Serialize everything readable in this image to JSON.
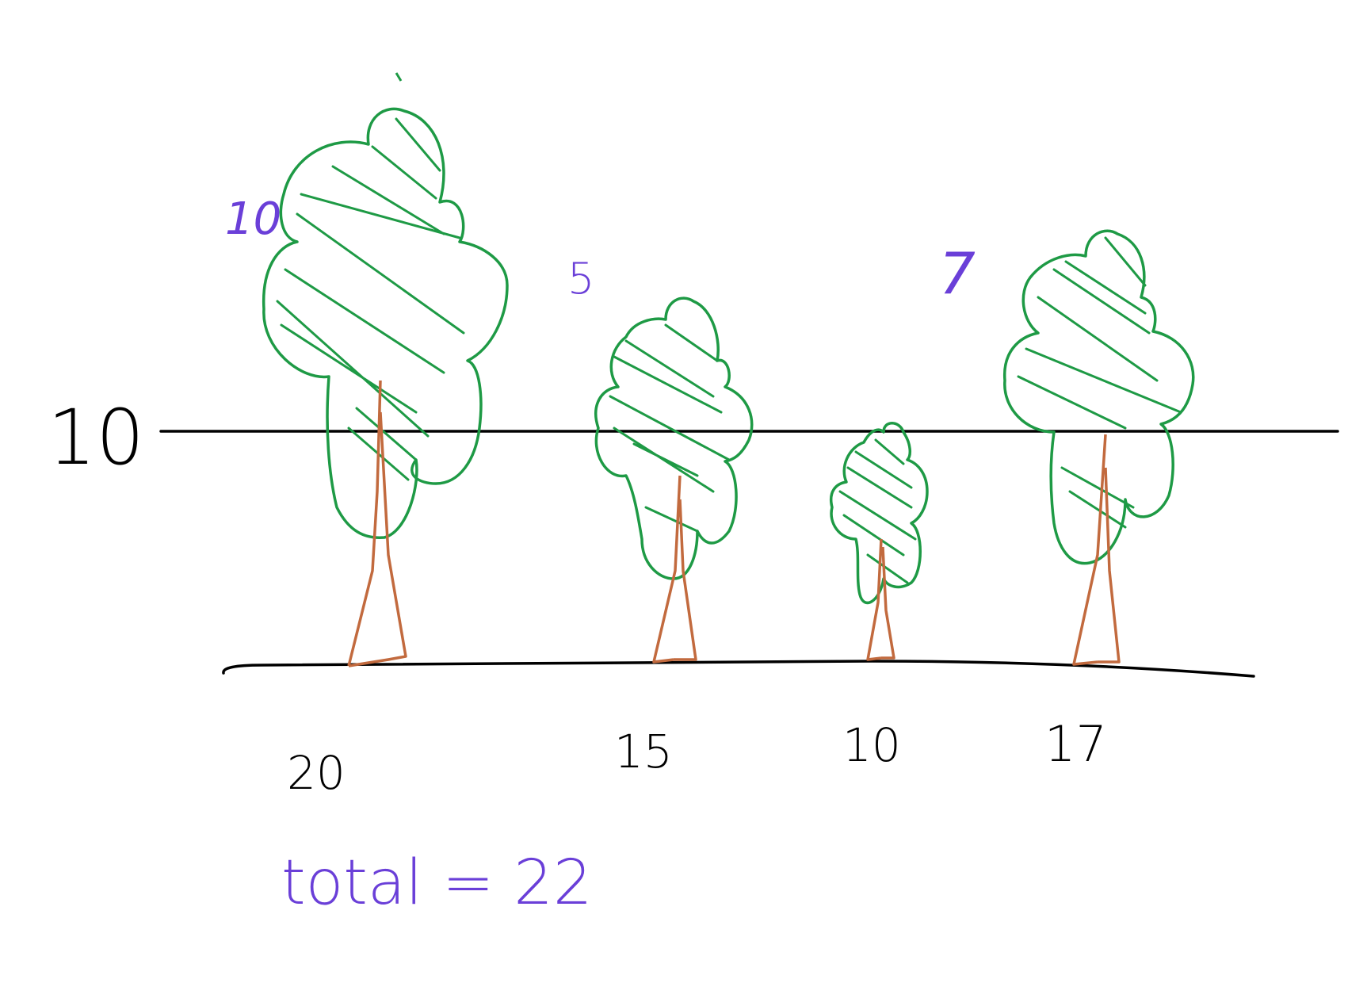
{
  "diagram": {
    "threshold_label": "10",
    "trees": [
      {
        "height_label": "20",
        "excess_label": "10"
      },
      {
        "height_label": "15",
        "excess_label": "5"
      },
      {
        "height_label": "10",
        "excess_label": ""
      },
      {
        "height_label": "17",
        "excess_label": "7"
      }
    ],
    "total_label": "total = 22"
  },
  "colors": {
    "ink": "#000000",
    "foliage": "#1e9a45",
    "trunk": "#c26a3e",
    "annotation": "#6a3fd8"
  }
}
